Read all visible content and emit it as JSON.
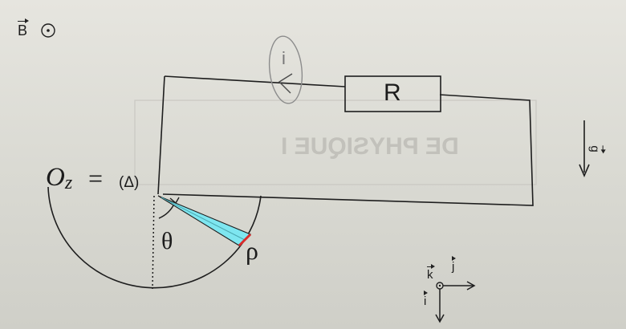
{
  "field": {
    "vector_letter": "B",
    "direction_symbol": "⊙",
    "direction_icon": "circle-dot-out-of-page-icon"
  },
  "origin": {
    "point_label": "Oz",
    "letter": "O",
    "subscript": "z",
    "equals": "=",
    "axis_label": "(Δ)"
  },
  "circuit": {
    "resistor_label": "R",
    "current_label": "i"
  },
  "gravity": {
    "label": "g"
  },
  "rod": {
    "angle_label": "θ",
    "radius_label": "ρ",
    "fill_color": "#7ee6f0",
    "tip_color": "#d92b2b"
  },
  "axes": {
    "k_label": "k",
    "j_label": "j",
    "i_label": "i"
  },
  "background": {
    "bleed_text": "DE PHYSIQUE I"
  }
}
